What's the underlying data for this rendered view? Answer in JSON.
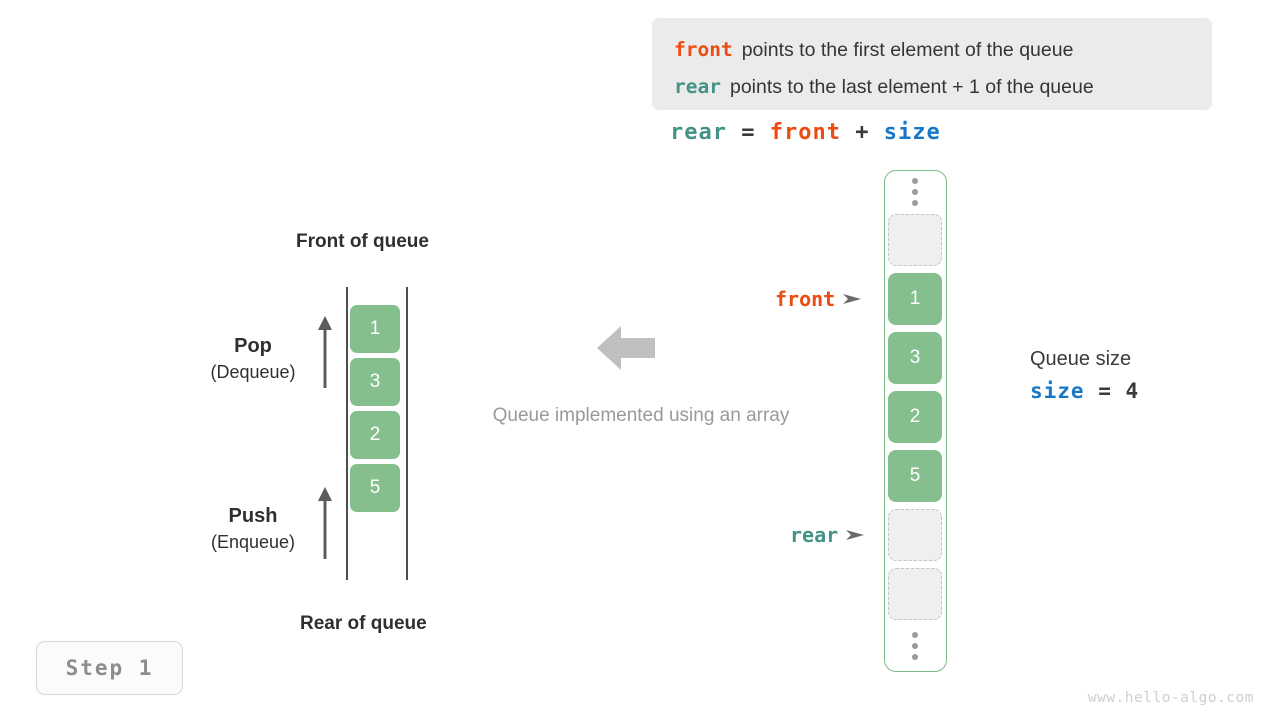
{
  "info_box": {
    "lines": [
      {
        "keyword": "front",
        "keyword_color": "#ec4b13",
        "text": "points to the first element of the queue"
      },
      {
        "keyword": "rear",
        "keyword_color": "#459287",
        "text": "points to the last element + 1 of the queue"
      }
    ]
  },
  "formula": {
    "rear": "rear",
    "eq": "=",
    "front": "front",
    "plus": "+",
    "size": "size"
  },
  "left_queue": {
    "front_label": "Front of queue",
    "rear_label": "Rear of queue",
    "cells": [
      "1",
      "3",
      "2",
      "5"
    ],
    "pop": {
      "title": "Pop",
      "subtitle": "(Dequeue)"
    },
    "push": {
      "title": "Push",
      "subtitle": "(Enqueue)"
    }
  },
  "center": {
    "caption": "Queue implemented using an array",
    "arrow_direction": "left",
    "arrow_color": "#bfbfbf"
  },
  "array": {
    "top_ellipsis": "⋮",
    "bottom_ellipsis": "⋮",
    "slots": [
      {
        "value": "",
        "state": "empty"
      },
      {
        "value": "1",
        "state": "filled"
      },
      {
        "value": "3",
        "state": "filled"
      },
      {
        "value": "2",
        "state": "filled"
      },
      {
        "value": "5",
        "state": "filled"
      },
      {
        "value": "",
        "state": "empty"
      },
      {
        "value": "",
        "state": "empty"
      }
    ],
    "pointers": {
      "front": "front",
      "rear": "rear"
    },
    "border_color": "#7cbb86",
    "filled_color": "#84bf8d",
    "empty_color": "#efefef"
  },
  "queue_size": {
    "title": "Queue size",
    "var": "size",
    "eq": "=",
    "value": "4"
  },
  "step_badge": "Step 1",
  "watermark": "www.hello-algo.com",
  "colors": {
    "front": "#ec4b13",
    "rear": "#459287",
    "size": "#1878c8",
    "green": "#84bf8d",
    "gray_text": "#9a9a9a"
  }
}
